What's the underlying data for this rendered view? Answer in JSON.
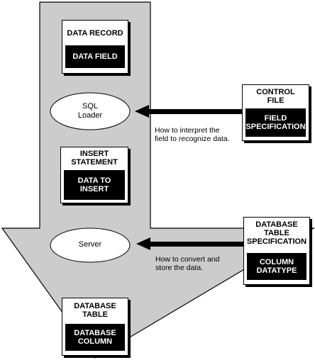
{
  "data_record": {
    "title": "DATA RECORD",
    "inner": "DATA FIELD"
  },
  "sql_loader": {
    "label": "SQL\nLoader"
  },
  "insert_statement": {
    "title": "INSERT\nSTATEMENT",
    "inner": "DATA TO\nINSERT"
  },
  "server": {
    "label": "Server"
  },
  "database_table": {
    "title": "DATABASE\nTABLE",
    "inner": "DATABASE\nCOLUMN"
  },
  "control_file": {
    "title": "CONTROL\nFILE",
    "inner": "FIELD\nSPECIFICATION"
  },
  "db_table_spec": {
    "title": "DATABASE\nTABLE\nSPECIFICATION",
    "inner": "COLUMN\nDATATYPE"
  },
  "notes": {
    "interpret": "How to interpret the\nfield to recognize data.",
    "convert": "How to convert and\nstore the data."
  },
  "colors": {
    "arrow_fill": "#cccccc",
    "stroke": "#000000",
    "box_inner": "#000000"
  }
}
